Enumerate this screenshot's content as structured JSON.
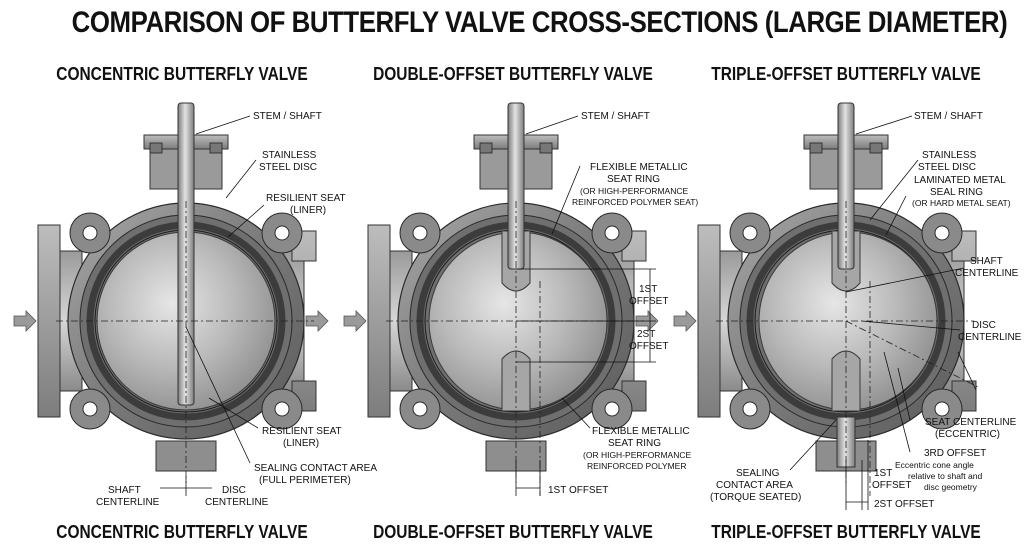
{
  "title": "COMPARISON OF BUTTERFLY VALVE CROSS-SECTIONS (LARGE DIAMETER)",
  "panels": [
    {
      "top_title": "CONCENTRIC BUTTERFLY VALVE",
      "bottom_title": "CONCENTRIC BUTTERFLY VALVE",
      "labels": {
        "stem": "STEM / SHAFT",
        "disc": [
          "STAINLESS",
          "STEEL DISC"
        ],
        "seat_top": [
          "RESILIENT SEAT",
          "(LINER)"
        ],
        "seat_bottom": [
          "RESILIENT SEAT",
          "(LINER)"
        ],
        "contact": [
          "SEALING CONTACT AREA",
          "(FULL PERIMETER)"
        ],
        "shaft_cl": [
          "SHAFT",
          "CENTERLINE"
        ],
        "disc_cl": [
          "DISC",
          "CENTERLINE"
        ]
      }
    },
    {
      "top_title": "DOUBLE-OFFSET BUTTERFLY VALVE",
      "bottom_title": "DOUBLE-OFFSET BUTTERFLY VALVE",
      "labels": {
        "stem": "STEM / SHAFT",
        "seat_top": [
          "FLEXIBLE METALLIC",
          "SEAT RING",
          "(OR HIGH-PERFORMANCE",
          "REINFORCED POLYMER SEAT)"
        ],
        "offset1": [
          "1ST",
          "OFFSET"
        ],
        "offset2": [
          "2ST",
          "OFFSET"
        ],
        "seat_bottom": [
          "FLEXIBLE METALLIC",
          "SEAT RING",
          "(OR HIGH-PERFORMANCE",
          "REINFORCED POLYMER"
        ],
        "offset_bottom": "1ST OFFSET"
      }
    },
    {
      "top_title": "TRIPLE-OFFSET BUTTERFLY VALVE",
      "bottom_title": "TRIPLE-OFFSET BUTTERFLY VALVE",
      "labels": {
        "stem": "STEM / SHAFT",
        "disc": [
          "STAINLESS",
          "STEEL DISC"
        ],
        "seal": [
          "LAMINATED METAL",
          "SEAL RING",
          "(OR HARD METAL SEAT)"
        ],
        "shaft_cl": [
          "SHAFT",
          "CENTERLINE"
        ],
        "disc_cl": [
          "DISC",
          "CENTERLINE"
        ],
        "seat_cl": [
          "SEAT CENTERLINE",
          "(ECCENTRIC)"
        ],
        "offset3": "3RD OFFSET",
        "offset3_note": [
          "Eccentric cone angle",
          "relative to shaft and",
          "disc geometry"
        ],
        "contact": [
          "SEALING",
          "CONTACT AREA",
          "(TORQUE SEATED)"
        ],
        "offset1": [
          "1ST",
          "OFFSET"
        ],
        "offset2": "2ST OFFSET"
      }
    }
  ],
  "colors": {
    "body_dark": "#5a5a5a",
    "body_mid": "#8c8c8c",
    "body_light": "#c9c9c9",
    "disc": "#b8b8b8",
    "seat": "#3c3c3c",
    "arrow": "#9a9a9a"
  },
  "icons": [
    "flow-arrow-icon"
  ]
}
